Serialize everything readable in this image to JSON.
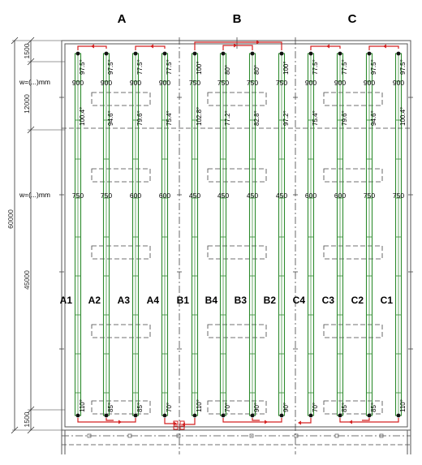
{
  "zones": [
    "A",
    "B",
    "C"
  ],
  "line_ids": [
    "A1",
    "A2",
    "A3",
    "A4",
    "B1",
    "B4",
    "B3",
    "B2",
    "C4",
    "C3",
    "C2",
    "C1"
  ],
  "spacing_top": [
    "900",
    "900",
    "900",
    "900",
    "750",
    "750",
    "750",
    "750",
    "900",
    "900",
    "900",
    "900"
  ],
  "spacing_mid": [
    "750",
    "750",
    "600",
    "600",
    "450",
    "450",
    "450",
    "450",
    "600",
    "600",
    "750",
    "750"
  ],
  "angles_top": [
    "97.5°",
    "97.5°",
    "77.5°",
    "77.5°",
    "100°",
    "80°",
    "80°",
    "100°",
    "77.5°",
    "77.5°",
    "97.5°",
    "97.5°"
  ],
  "angles_upper": [
    "100.4°",
    "94.6°",
    "79.6°",
    "75.4°",
    "102.8°",
    "77.2°",
    "82.8°",
    "97.2°",
    "75.4°",
    "79.6°",
    "94.6°",
    "100.4°"
  ],
  "angles_bottom": [
    "110°",
    "85°",
    "85°",
    "70°",
    "110°",
    "70°",
    "90°",
    "90°",
    "70°",
    "85°",
    "85°",
    "110°"
  ],
  "width_label": "w=(...)mm",
  "dims": {
    "total": "60000",
    "top": "1500",
    "upper": "12000",
    "lower": "45000",
    "bottom": "1500"
  },
  "colors": {
    "pipe": "#2e8b2e",
    "feed": "#d42020",
    "grid": "#444444"
  }
}
